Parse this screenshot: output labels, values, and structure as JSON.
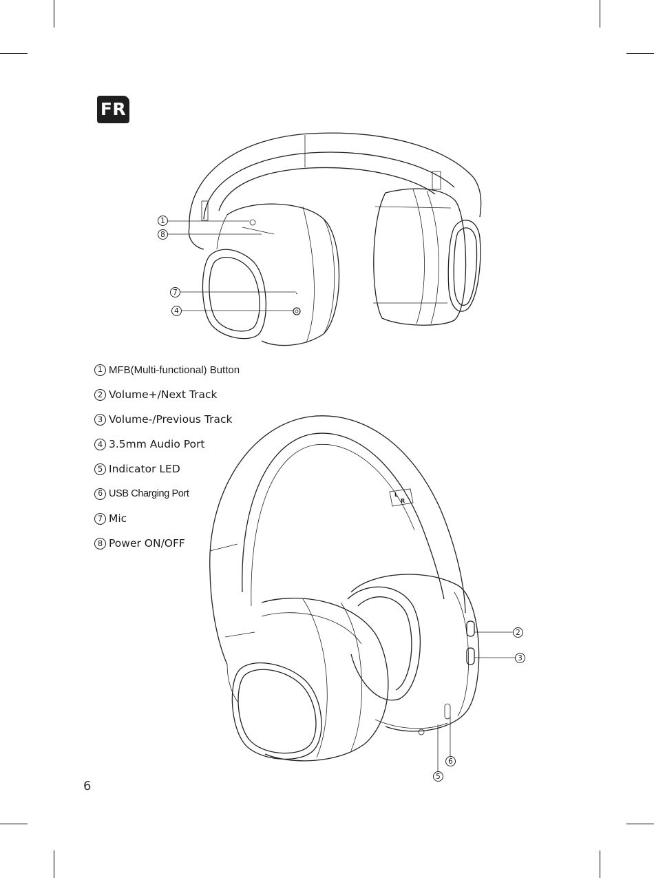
{
  "badge": {
    "label": "FR"
  },
  "features": [
    {
      "num": "1",
      "label": "MFB(Multi-functional) Button"
    },
    {
      "num": "2",
      "label": "Volume+/Next Track"
    },
    {
      "num": "3",
      "label": "Volume-/Previous Track"
    },
    {
      "num": "4",
      "label": "3.5mm Audio Port"
    },
    {
      "num": "5",
      "label": "Indicator LED"
    },
    {
      "num": "6",
      "label": "USB Charging Port"
    },
    {
      "num": "7",
      "label": "Mic"
    },
    {
      "num": "8",
      "label": "Power ON/OFF"
    }
  ],
  "callouts_top": [
    "1",
    "8",
    "7",
    "4"
  ],
  "callouts_bottom": [
    "2",
    "3",
    "6",
    "5"
  ],
  "headband_mark": {
    "left": "L",
    "right": "R"
  },
  "page_number": "6",
  "colors": {
    "ink": "#222222",
    "badge_bg": "#1f1f1f",
    "paper": "#ffffff"
  }
}
